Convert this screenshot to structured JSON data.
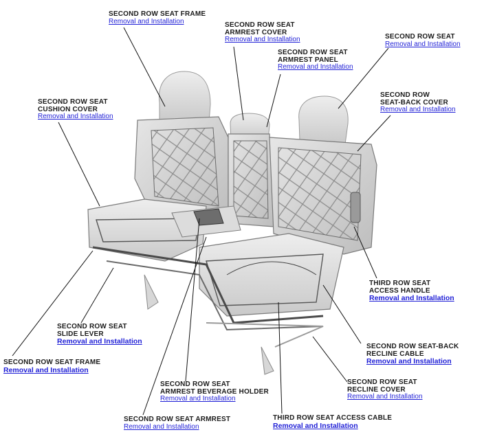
{
  "diagram": {
    "link_text": "Removal and Installation",
    "link_color": "#1f1fd6",
    "line_color": "#111111",
    "callouts": [
      {
        "id": "seat-frame-top",
        "lines": [
          "SECOND ROW SEAT FRAME"
        ],
        "link": "Removal and Installation"
      },
      {
        "id": "armrest-cover",
        "lines": [
          "SECOND ROW SEAT",
          "ARMREST COVER"
        ],
        "link": "Removal and Installation"
      },
      {
        "id": "seat",
        "lines": [
          "SECOND ROW SEAT"
        ],
        "link": "Removal and Installation"
      },
      {
        "id": "armrest-panel",
        "lines": [
          "SECOND ROW SEAT",
          "ARMREST PANEL"
        ],
        "link": "Removal and Installation"
      },
      {
        "id": "cushion-cover",
        "lines": [
          "SECOND ROW SEAT",
          "CUSHION COVER"
        ],
        "link": "Removal and Installation"
      },
      {
        "id": "seat-back-cover",
        "lines": [
          "SECOND ROW",
          "SEAT-BACK COVER"
        ],
        "link": "Removal and Installation"
      },
      {
        "id": "third-row-access-handle",
        "lines": [
          "THIRD ROW SEAT",
          "ACCESS HANDLE"
        ],
        "link": "Removal and Installation"
      },
      {
        "id": "slide-lever",
        "lines": [
          "SECOND ROW SEAT",
          "SLIDE LEVER"
        ],
        "link": "Removal and Installation"
      },
      {
        "id": "recline-cable",
        "lines": [
          "SECOND ROW SEAT-BACK",
          "RECLINE CABLE"
        ],
        "link": "Removal and Installation"
      },
      {
        "id": "seat-frame-bottom",
        "lines": [
          "SECOND ROW SEAT FRAME"
        ],
        "link": "Removal and Installation"
      },
      {
        "id": "recline-cover",
        "lines": [
          "SECOND ROW SEAT",
          "RECLINE COVER"
        ],
        "link": "Removal and Installation"
      },
      {
        "id": "beverage-holder",
        "lines": [
          "SECOND ROW SEAT",
          "ARMREST BEVERAGE HOLDER"
        ],
        "link": "Removal and Installation"
      },
      {
        "id": "armrest",
        "lines": [
          "SECOND ROW SEAT ARMREST"
        ],
        "link": "Removal and Installation"
      },
      {
        "id": "third-row-access-cable",
        "lines": [
          "THIRD ROW SEAT ACCESS CABLE"
        ],
        "link": "Removal and Installation"
      }
    ]
  }
}
